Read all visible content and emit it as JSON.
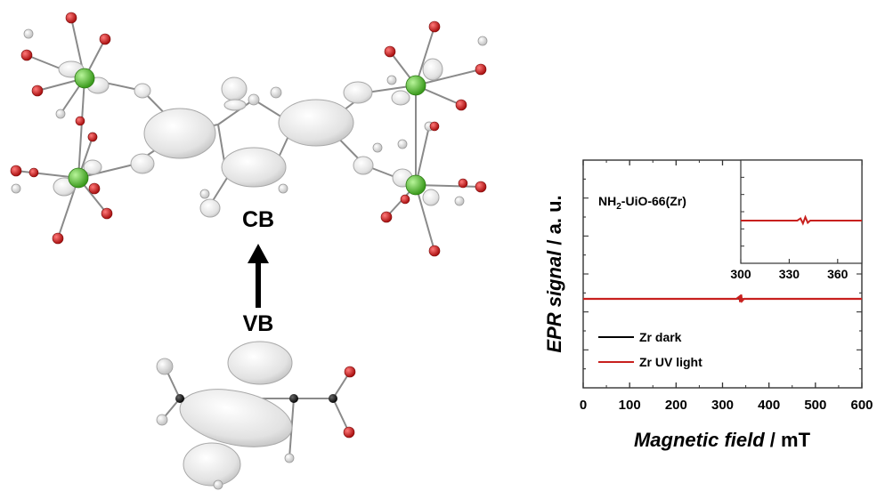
{
  "diagram": {
    "cb_label": "CB",
    "vb_label": "VB"
  },
  "colors": {
    "zr_atom": "#5fc23a",
    "o_atom": "#c81e1e",
    "c_atom": "#151515",
    "h_atom": "#f2f2f2",
    "orbital": "#e4e4e4",
    "bond": "#8a8a8a",
    "dark_series": "#000000",
    "uv_series": "#c8201e"
  },
  "chart_data": {
    "type": "line",
    "title": "",
    "xlabel": "Magnetic field",
    "xlabel_unit": " / mT",
    "ylabel": "EPR signal",
    "ylabel_unit": " / a. u.",
    "xlim": [
      0,
      600
    ],
    "xticks": [
      0,
      100,
      200,
      300,
      400,
      500,
      600
    ],
    "y_ticks_labeled": false,
    "annotation": {
      "prefix": "NH",
      "sub": "2",
      "suffix": "-UiO-66(Zr)"
    },
    "legend_position": "bottom-left",
    "series": [
      {
        "name": "Zr dark",
        "color": "#000000",
        "x": [
          0,
          600
        ],
        "y": [
          0,
          0
        ]
      },
      {
        "name": "Zr UV light",
        "color": "#c8201e",
        "x": [
          0,
          330,
          336,
          338,
          340,
          342,
          346,
          600
        ],
        "y": [
          0,
          0,
          0.2,
          -0.3,
          0.4,
          -0.2,
          0,
          0
        ]
      }
    ],
    "inset": {
      "xlim": [
        300,
        375
      ],
      "xticks": [
        300,
        330,
        360
      ],
      "series": [
        {
          "name": "Zr UV light",
          "color": "#c8201e",
          "x": [
            300,
            335,
            337,
            338.5,
            340,
            341.5,
            343,
            375
          ],
          "y": [
            0,
            0,
            0.3,
            -0.4,
            0.5,
            -0.3,
            0,
            0
          ]
        }
      ]
    }
  }
}
